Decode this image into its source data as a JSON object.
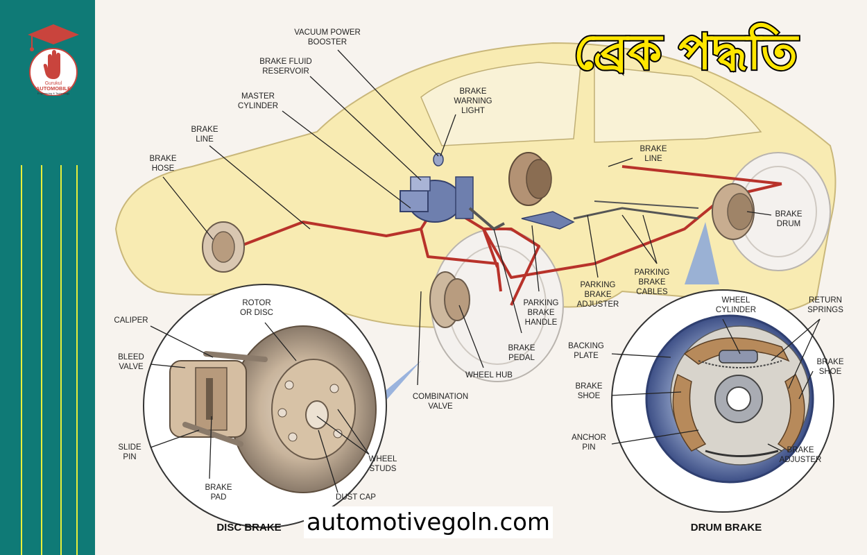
{
  "title": "ব্রেক পদ্ধতি",
  "website": "automotivegoln.com",
  "logo": {
    "line1": "Gurukul",
    "line2": "AUTOMOBILE",
    "line3": "Engineering & Technology"
  },
  "colors": {
    "sidebar": "#0f7a76",
    "stripe": "#e9f03a",
    "title_fill": "#ffe600",
    "brake_line": "#b8322a",
    "car_body": "#f8ebb2"
  },
  "labels": {
    "vacuum_booster": [
      "VACUUM POWER",
      "BOOSTER"
    ],
    "fluid_reservoir": [
      "BRAKE FLUID",
      "RESERVOIR"
    ],
    "master_cylinder": [
      "MASTER",
      "CYLINDER"
    ],
    "warning_light": [
      "BRAKE",
      "WARNING",
      "LIGHT"
    ],
    "brake_line_left": [
      "BRAKE",
      "LINE"
    ],
    "brake_hose": [
      "BRAKE",
      "HOSE"
    ],
    "brake_line_right": [
      "BRAKE",
      "LINE"
    ],
    "brake_drum": [
      "BRAKE",
      "DRUM"
    ],
    "parking_cables": [
      "PARKING",
      "BRAKE",
      "CABLES"
    ],
    "parking_adjuster": [
      "PARKING",
      "BRAKE",
      "ADJUSTER"
    ],
    "parking_handle": [
      "PARKING",
      "BRAKE",
      "HANDLE"
    ],
    "brake_pedal": [
      "BRAKE",
      "PEDAL"
    ],
    "wheel_hub": [
      "WHEEL HUB"
    ],
    "combination_valve": [
      "COMBINATION",
      "VALVE"
    ],
    "rotor": [
      "ROTOR",
      "OR DISC"
    ],
    "caliper": [
      "CALIPER"
    ],
    "bleed_valve": [
      "BLEED",
      "VALVE"
    ],
    "slide_pin": [
      "SLIDE",
      "PIN"
    ],
    "brake_pad": [
      "BRAKE",
      "PAD"
    ],
    "wheel_studs": [
      "WHEEL",
      "STUDS"
    ],
    "dust_cap": [
      "DUST CAP"
    ],
    "wheel_cylinder": [
      "WHEEL",
      "CYLINDER"
    ],
    "return_springs": [
      "RETURN",
      "SPRINGS"
    ],
    "backing_plate": [
      "BACKING",
      "PLATE"
    ],
    "brake_shoe_left": [
      "BRAKE",
      "SHOE"
    ],
    "brake_shoe_right": [
      "BRAKE",
      "SHOE"
    ],
    "anchor_pin": [
      "ANCHOR",
      "PIN"
    ],
    "brake_adjuster": [
      "BRAKE",
      "ADJUSTER"
    ],
    "disc_brake_title": "DISC BRAKE",
    "drum_brake_title": "DRUM BRAKE"
  }
}
